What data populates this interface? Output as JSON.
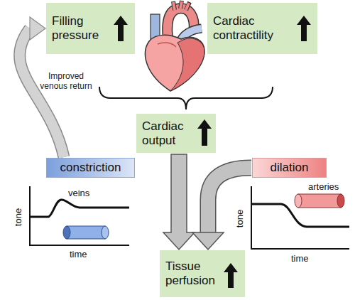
{
  "diagram": {
    "nodes": [
      {
        "text": [
          "Filling pressure"
        ]
      },
      {
        "text": [
          "Cardiac contractility"
        ]
      },
      {
        "text": [
          "Cardiac output"
        ]
      },
      {
        "text": [
          "constriction"
        ]
      },
      {
        "text": [
          "dilation"
        ]
      },
      {
        "text": [
          "Tissue perfusion"
        ]
      }
    ],
    "edges": [
      {
        "from": 3,
        "to": 0,
        "arrow": "to",
        "label": "Improved venous return"
      },
      {
        "from": 2,
        "to": 5,
        "arrow": "to"
      },
      {
        "from": 4,
        "to": 5,
        "arrow": "to"
      }
    ],
    "labels": [
      "tone",
      "time",
      "veins",
      "tone",
      "time",
      "arteries"
    ]
  }
}
